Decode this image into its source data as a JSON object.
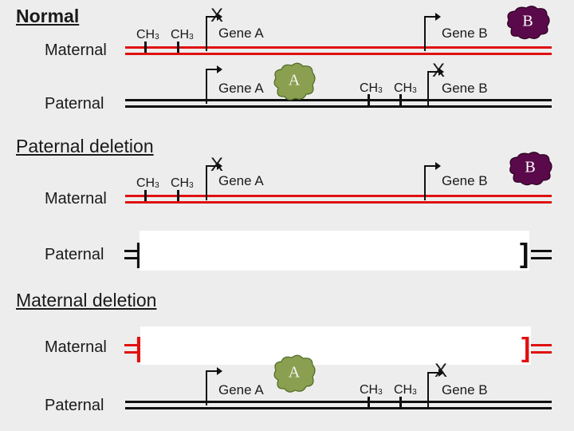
{
  "labels": {
    "normal": "Normal",
    "paternal_deletion": "Paternal deletion",
    "maternal_deletion": "Maternal deletion",
    "maternal": "Maternal",
    "paternal": "Paternal",
    "gene_a": "Gene A",
    "gene_b": "Gene B",
    "ch": "CH",
    "three": "3",
    "x_mark": "X",
    "bracket_left": "[",
    "bracket_right": "]"
  },
  "proteins": {
    "a": "A",
    "b": "B"
  },
  "colors": {
    "maternal": "#e01010",
    "paternal": "#111111",
    "protein_a": "#8aa050",
    "protein_b": "#5a0a4a",
    "background": "#ededed"
  }
}
